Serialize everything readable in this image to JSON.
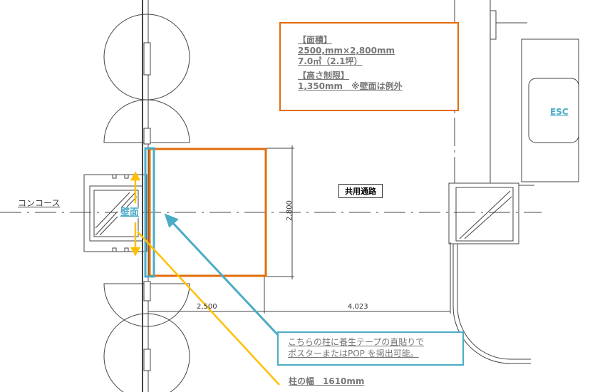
{
  "info_box": {
    "area_heading": "【面積】",
    "area_dims": "2500,mm×2,800mm",
    "area_size": "7.0㎡（2.1坪）",
    "height_heading": "【高さ制限】",
    "height_value": "1,350mm　※壁面は例外"
  },
  "labels": {
    "esc": "ESC",
    "concourse": "コンコース",
    "corridor": "共用通路",
    "wall": "壁面",
    "pillar_width": "柱の幅　1610mm"
  },
  "dimensions": {
    "height": "2,800",
    "width_a": "2,500",
    "width_b": "4,023"
  },
  "note": {
    "line1": "こちらの柱に養生テープの直貼りで",
    "line2": "ポスターまたはPOP を掲出可能。"
  },
  "colors": {
    "space": "#e36c0a",
    "wall": "#4bacc6",
    "pillar": "#ffc000"
  }
}
